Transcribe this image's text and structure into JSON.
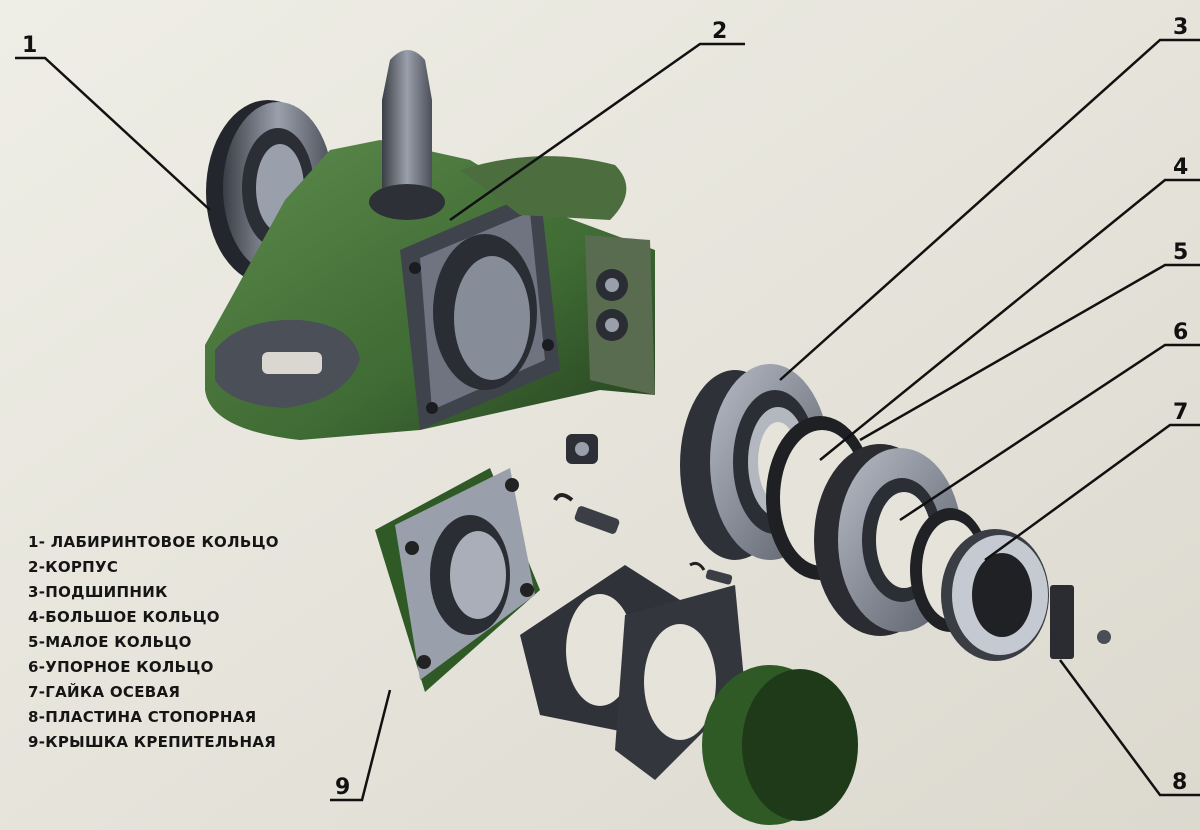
{
  "callouts": [
    "1",
    "2",
    "3",
    "4",
    "5",
    "6",
    "7",
    "8",
    "9"
  ],
  "legend": [
    "1- ЛАБИРИНТОВОЕ КОЛЬЦО",
    "2-КОРПУС",
    "3-ПОДШИПНИК",
    "4-БОЛЬШОЕ КОЛЬЦО",
    "5-МАЛОЕ КОЛЬЦО",
    "6-УПОРНОЕ КОЛЬЦО",
    "7-ГАЙКА ОСЕВАЯ",
    "8-ПЛАСТИНА СТОПОРНАЯ",
    "9-КРЫШКА КРЕПИТЕЛЬНАЯ"
  ],
  "colors": {
    "background": "#e6e3da",
    "housing_green": "#3f6b34",
    "steel": "#6f7480",
    "dark_steel": "#2a2d33",
    "ink": "#111111"
  }
}
